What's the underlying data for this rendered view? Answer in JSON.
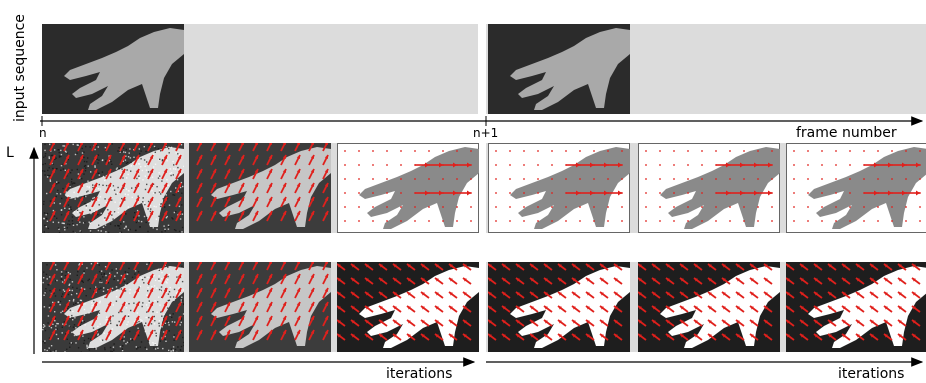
{
  "labels": {
    "input_sequence": "input sequence",
    "frame_n": "n",
    "frame_n1": "n+1",
    "frame_number": "frame number",
    "L": "L",
    "iterations_left": "iterations",
    "iterations_right": "iterations"
  },
  "colors": {
    "band": "#dcdcdc",
    "arrow": "#e0201c",
    "axis": "#000000"
  },
  "panels": {
    "input": [
      "dark-gray",
      "dark-gray"
    ],
    "row1": [
      "noisy-white-on-dark",
      "gray-on-dark",
      "gray-on-white",
      "gray-on-white",
      "gray-on-white",
      "gray-on-white"
    ],
    "row2": [
      "noisy-white-on-dark",
      "gray-on-dark",
      "white-on-black",
      "white-on-black",
      "white-on-black",
      "white-on-black"
    ]
  }
}
